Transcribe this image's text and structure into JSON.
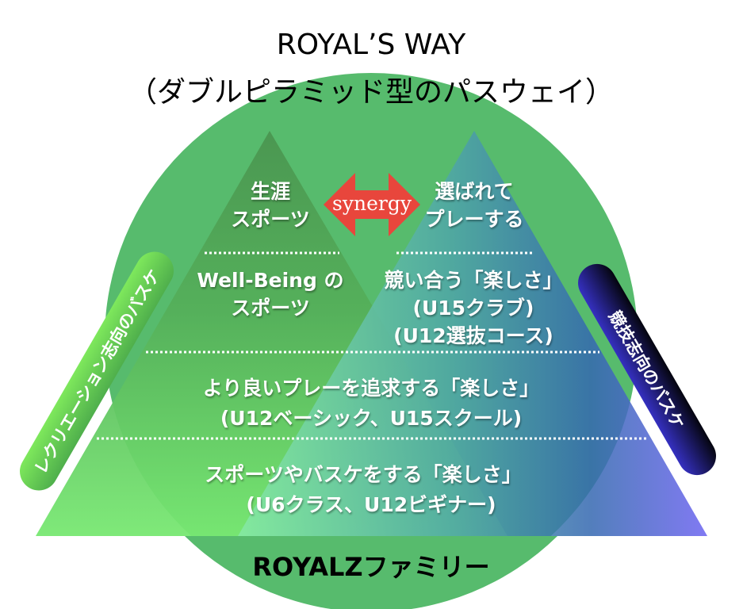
{
  "title": {
    "line1": "ROYAL’S WAY",
    "line2": "（ダブルピラミッド型のパスウェイ）"
  },
  "left_peak": {
    "line1": "生涯",
    "line2": "スポーツ"
  },
  "synergy": "synergy",
  "right_peak": {
    "line1": "選ばれて",
    "line2": "プレーする"
  },
  "left_mid": {
    "line1": "Well-Being の",
    "line2": "スポーツ"
  },
  "right_mid": {
    "line1": "競い合う「楽しさ」",
    "line2": "(U15クラブ)",
    "line3": "(U12選抜コース)"
  },
  "tier2": {
    "line1": "より良いプレーを追求する「楽しさ」",
    "line2": "(U12ベーシック、U15スクール)"
  },
  "tier1": {
    "line1": "スポーツやバスケをする「楽しさ」",
    "line2": "(U6クラス、U12ビギナー)"
  },
  "left_pill": "レクリエーション志向のバスケ",
  "right_pill": "競技志向のバスケ",
  "footer": "ROYALZファミリー",
  "colors": {
    "circle": "#57BB6D",
    "arrow": "#E8463C",
    "pill_left": "#5FC24E",
    "pill_right": "#1E1E70"
  }
}
